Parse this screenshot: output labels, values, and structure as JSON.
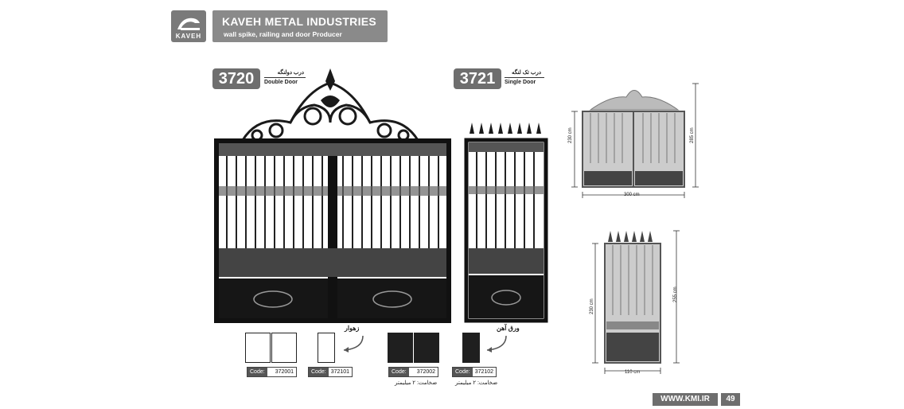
{
  "header": {
    "logo_text": "KAVEH",
    "company": "KAVEH METAL INDUSTRIES",
    "tagline": "wall spike, railing and door Producer"
  },
  "models": [
    {
      "number": "3720",
      "fa_label": "درب دولنگه",
      "en_label": "Double Door"
    },
    {
      "number": "3721",
      "fa_label": "درب تک لنگه",
      "en_label": "Single Door"
    }
  ],
  "options": {
    "zahvar_label": "زهوار",
    "sheet_label": "ورق آهن",
    "code_key": "Code:",
    "codes": [
      "372001",
      "372101",
      "372002",
      "372102"
    ],
    "thickness_notes": [
      "ضخامت: ۲ میلیمتر",
      "ضخامت: ۲ میلیمتر"
    ]
  },
  "dimensions": {
    "double": {
      "width": "300 cm",
      "height_body": "230 cm",
      "height_total": "285 cm"
    },
    "single": {
      "width": "110 cm",
      "height_body": "230 cm",
      "height_total": "255 cm"
    }
  },
  "footer": {
    "website": "WWW.KMI.IR",
    "page": "49"
  }
}
